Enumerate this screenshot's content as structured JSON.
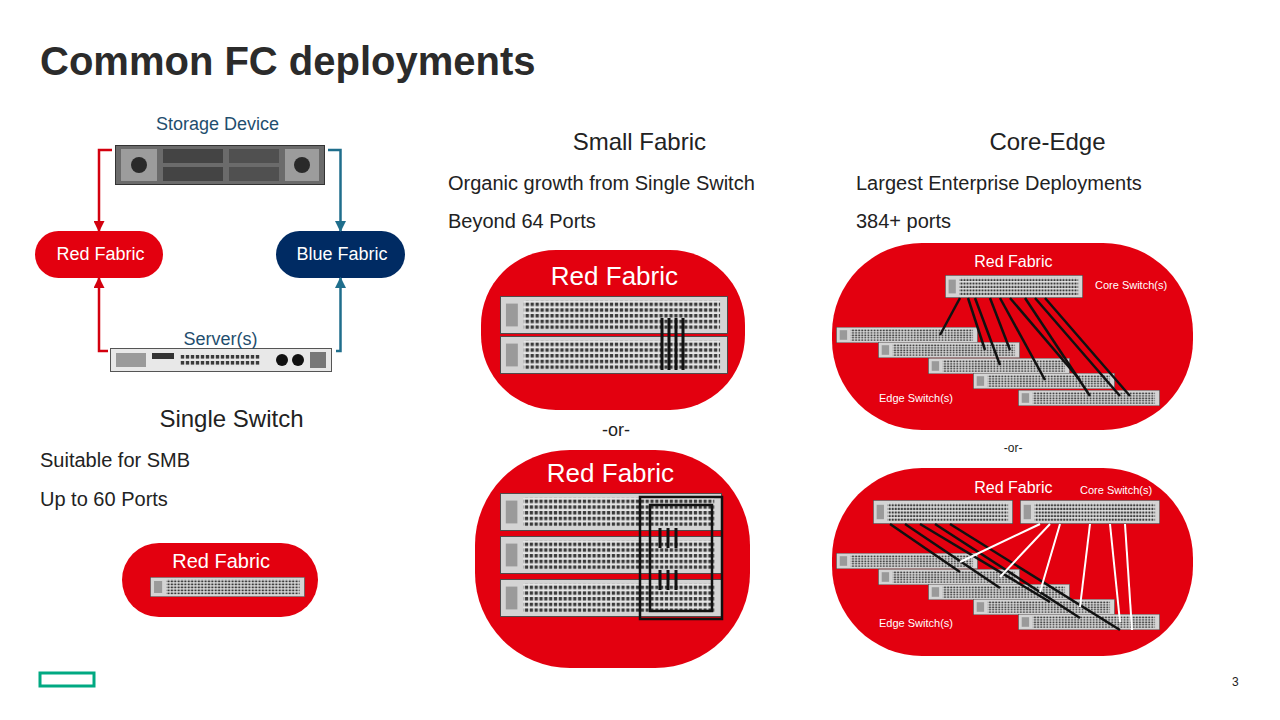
{
  "diagram": {
    "title": "Common FC deployments",
    "nodes": [
      {
        "text": [
          "Storage Device"
        ]
      },
      {
        "text": [
          "Red Fabric"
        ]
      },
      {
        "text": [
          "Blue Fabric"
        ]
      },
      {
        "text": [
          "Server(s)"
        ]
      },
      {
        "text": [
          "Red Fabric"
        ]
      },
      {
        "text": [
          "Red Fabric",
          "Core Switch(s)",
          "Edge Switch(s)"
        ]
      },
      {
        "text": [
          "Red Fabric"
        ]
      },
      {
        "text": [
          "Red Fabric"
        ]
      },
      {
        "text": [
          "Red Fabric",
          "Core Switch(s)",
          "Edge Switch(s)"
        ]
      }
    ],
    "edges": [
      {
        "from": 0,
        "to": 1,
        "arrow": "to"
      },
      {
        "from": 0,
        "to": 2,
        "arrow": "to"
      },
      {
        "from": 3,
        "to": 1,
        "arrow": "to"
      },
      {
        "from": 3,
        "to": 2,
        "arrow": "to"
      }
    ],
    "labels": [
      "Small Fabric",
      "Core-Edge",
      "Organic growth from Single Switch",
      "Largest Enterprise Deployments",
      "Beyond 64 Ports",
      "384+ ports",
      "Single Switch",
      "-or-",
      "-or-",
      "Suitable for SMB",
      "Up to 60 Ports",
      "3"
    ]
  }
}
